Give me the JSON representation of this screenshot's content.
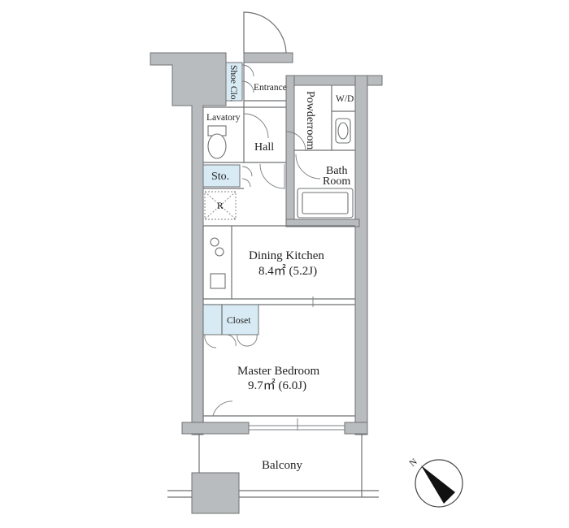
{
  "rooms": {
    "shoe_closet": "Shoe Clo.",
    "entrance": "Entrance",
    "lavatory": "Lavatory",
    "powderroom": "Powderroom",
    "wd": "W/D",
    "hall": "Hall",
    "storage": "Sto.",
    "bath_line1": "Bath",
    "bath_line2": "Room",
    "refrigerator": "R",
    "dining_kitchen": "Dining Kitchen",
    "dining_kitchen_area": "8.4㎡ (5.2J)",
    "closet": "Closet",
    "master_bedroom": "Master Bedroom",
    "master_bedroom_area": "9.7㎡ (6.0J)",
    "balcony": "Balcony"
  },
  "compass": {
    "label": "N"
  },
  "colors": {
    "wall": "#b9bcbe",
    "storage_fill": "#d8ebf4",
    "line": "#6e7173"
  }
}
